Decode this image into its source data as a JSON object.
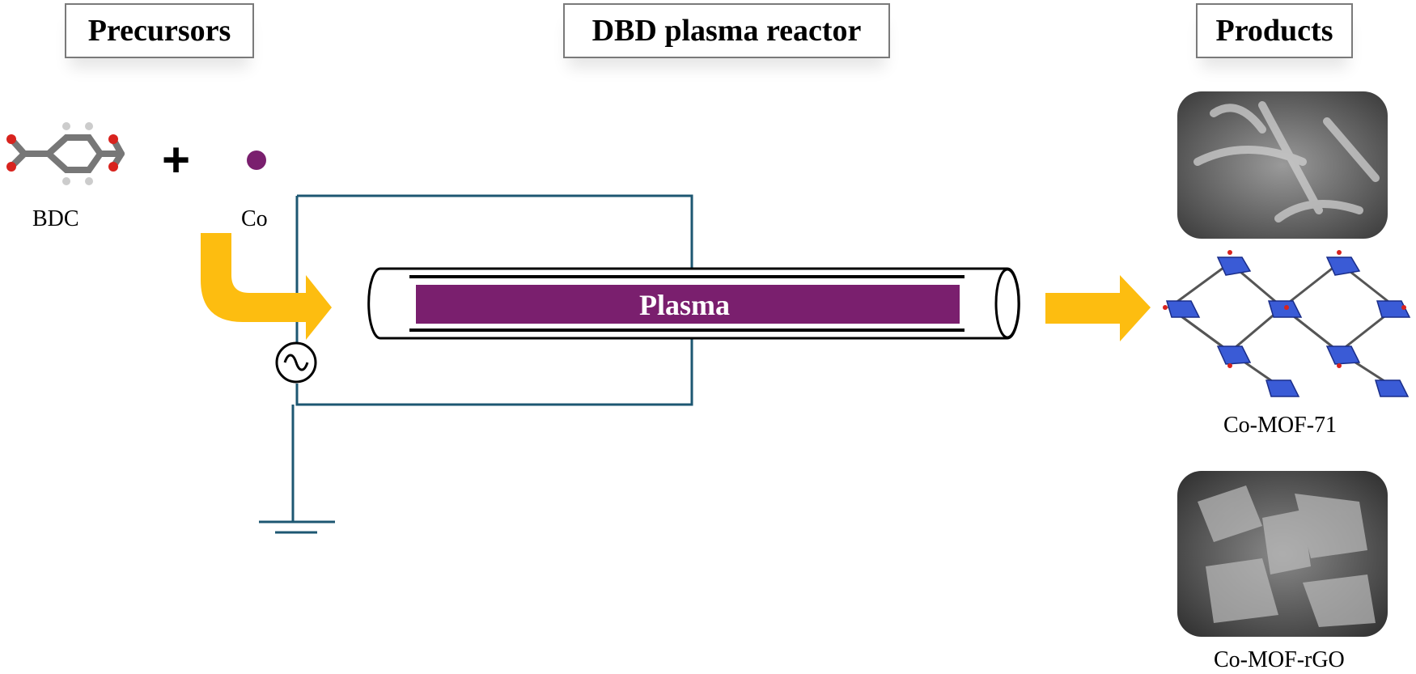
{
  "headers": {
    "precursors": "Precursors",
    "reactor": "DBD plasma reactor",
    "products": "Products"
  },
  "labels": {
    "bdc": "BDC",
    "co": "Co",
    "plus": "+",
    "plasma": "Plasma",
    "mof71": "Co-MOF-71",
    "mof_rgo": "Co-MOF-rGO"
  },
  "colors": {
    "plasma": "#7a1f6e",
    "arrow": "#fdbd10",
    "wire": "#1d5772",
    "cobalt": "#7a1f6e",
    "mof_blue": "#3a5bd6"
  }
}
